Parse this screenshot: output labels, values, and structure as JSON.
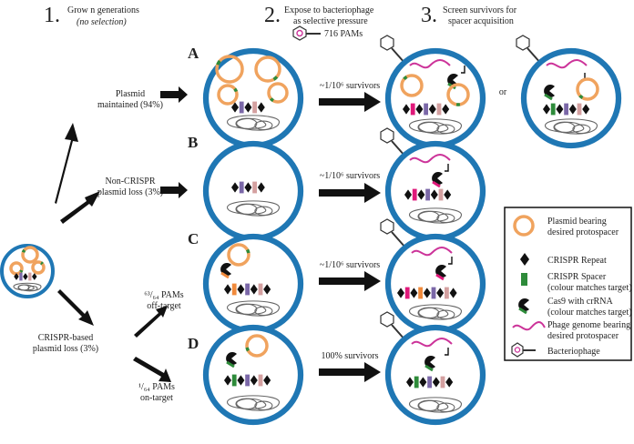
{
  "steps": [
    {
      "number": "1.",
      "line1": "Grow n generations",
      "line2": "(no selection)"
    },
    {
      "number": "2.",
      "line1": "Expose to bacteriophage",
      "line2": "as selective pressure",
      "pams": "716 PAMs"
    },
    {
      "number": "3.",
      "line1": "Screen survivors for",
      "line2": "spacer acquisition"
    }
  ],
  "rows": {
    "A": {
      "label": "A",
      "outcome_line1": "Plasmid",
      "outcome_line2": "maintained (94%)",
      "survivors": "~1/10⁶ survivors",
      "or": "or"
    },
    "B": {
      "label": "B",
      "outcome_line1": "Non-CRISPR",
      "outcome_line2": "plasmid loss (3%)",
      "survivors": "~1/10⁶ survivors"
    },
    "C": {
      "label": "C",
      "frac_line1": "⁶³/₆₄ PAMs",
      "frac_line2": "off-target",
      "survivors": "~1/10⁶ survivors"
    },
    "D": {
      "label": "D",
      "frac_line1": "¹/₆₄ PAMs",
      "frac_line2": "on-target",
      "survivors": "100% survivors"
    }
  },
  "crispr_loss": {
    "line1": "CRISPR-based",
    "line2": "plasmid loss (3%)"
  },
  "legend": {
    "plasmid_line1": "Plasmid bearing",
    "plasmid_line2": "desired protospacer",
    "repeat": "CRISPR Repeat",
    "spacer_line1": "CRISPR Spacer",
    "spacer_line2": "(colour matches target)",
    "cas9_line1": "Cas9 with crRNA",
    "cas9_line2": "(colour matches target)",
    "phage_line1": "Phage genome bearing",
    "phage_line2": "desired protospacer",
    "bacteriophage": "Bacteriophage"
  },
  "colors": {
    "cell": "#1f77b4",
    "plasmid": "#f0a35e",
    "spacer_green": "#2e8b3a",
    "spacer_purple": "#7b68a8",
    "spacer_pink": "#d4a0a0",
    "spacer_magenta": "#e0197a",
    "spacer_orange": "#f08a3c",
    "phage_genome": "#cc3399"
  }
}
